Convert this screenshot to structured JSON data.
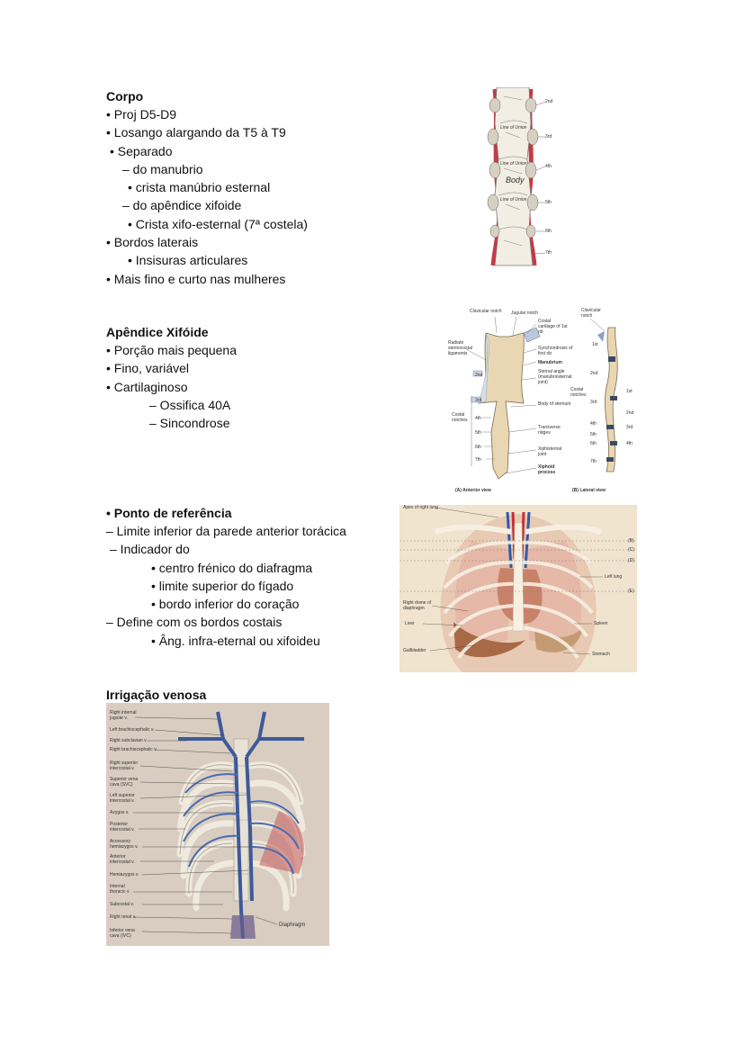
{
  "sections": [
    {
      "heading": "Corpo",
      "lines": [
        {
          "text": "• Proj D5-D9",
          "indent": 0
        },
        {
          "text": "• Losango alargando da T5 à T9",
          "indent": 0
        },
        {
          "text": "• Separado",
          "indent": 4
        },
        {
          "text": "– do manubrio",
          "indent": 18
        },
        {
          "text": "• crista manúbrio esternal",
          "indent": 24
        },
        {
          "text": "– do apêndice xifoide",
          "indent": 18
        },
        {
          "text": "• Crista xifo-esternal (7ª costela)",
          "indent": 24
        },
        {
          "text": "• Bordos laterais",
          "indent": 0
        },
        {
          "text": "• Insisuras articulares",
          "indent": 24
        },
        {
          "text": "• Mais fino e curto nas mulheres",
          "indent": 0
        }
      ]
    },
    {
      "heading": "Apêndice Xifóide",
      "lines": [
        {
          "text": "• Porção mais pequena",
          "indent": 0
        },
        {
          "text": "• Fino, variável",
          "indent": 0
        },
        {
          "text": "• Cartilaginoso",
          "indent": 0
        },
        {
          "text": "– Ossifica 40A",
          "indent": 48
        },
        {
          "text": "– Sincondrose",
          "indent": 48
        }
      ]
    },
    {
      "heading": "• Ponto de referência",
      "lines": [
        {
          "text": "– Limite inferior da parede anterior torácica",
          "indent": 0
        },
        {
          "text": "– Indicador do",
          "indent": 4
        },
        {
          "text": "• centro frénico do diafragma",
          "indent": 50
        },
        {
          "text": "• limite superior do fígado",
          "indent": 50
        },
        {
          "text": "• bordo inferior do coração",
          "indent": 50
        },
        {
          "text": "– Define com os bordos costais",
          "indent": 0
        },
        {
          "text": "• Âng. infra-eternal ou xifoideu",
          "indent": 50
        }
      ]
    },
    {
      "heading": "Irrigação venosa",
      "lines": []
    }
  ],
  "figures": {
    "sternum_body": {
      "labels": [
        "2nd",
        "3rd",
        "4th",
        "5th",
        "6th",
        "7th",
        "Line of Union",
        "Line of Union",
        "Line of Union",
        "Body"
      ]
    },
    "sternum_views": {
      "left_labels": [
        "Clavicular notch",
        "Jugular notch",
        "Radiate sternocostal ligaments",
        "Costal notches",
        "2nd",
        "3rd",
        "4th",
        "5th",
        "6th",
        "7th"
      ],
      "right_labels": [
        "Costal cartilage of 1st rib",
        "Synchondrosis of first rib",
        "Manubrium",
        "Sternal angle (manubriosternal joint)",
        "Body of sternum",
        "Transverse ridges",
        "Xiphisternal joint",
        "Xiphoid process"
      ],
      "lateral_labels": [
        "Clavicular notch",
        "1st",
        "2nd",
        "3rd",
        "4th",
        "5th",
        "6th",
        "7th",
        "Costal notches",
        "1st",
        "2nd",
        "3rd",
        "4th"
      ],
      "caption_a": "(A) Anterior view",
      "caption_b": "(B) Lateral view"
    },
    "thorax": {
      "labels_left": [
        "Apex of right lung",
        "Right dome of diaphragm",
        "Liver",
        "Gallbladder"
      ],
      "labels_right": [
        "(B)",
        "(C)",
        "(D)",
        "Left lung",
        "(E)",
        "Spleen",
        "Stomach"
      ]
    },
    "venous": {
      "labels": [
        "Right internal jugular v.",
        "Left brachiocephalic v.",
        "Right subclavian v.",
        "Right brachiocephalic v.",
        "Right superior intercostal v.",
        "Superior vena cava (SVC)",
        "Left superior intercostal v.",
        "Azygos v.",
        "Posterior intercostal v.",
        "Accessory hemiazygos v.",
        "Anterior intercostal v.",
        "Hemiazygos v.",
        "Internal thoracic v.",
        "Subcostal v.",
        "Right renal v.",
        "Inferior vena cava (IVC)"
      ],
      "diaphragm_label": "Diaphragm"
    }
  }
}
